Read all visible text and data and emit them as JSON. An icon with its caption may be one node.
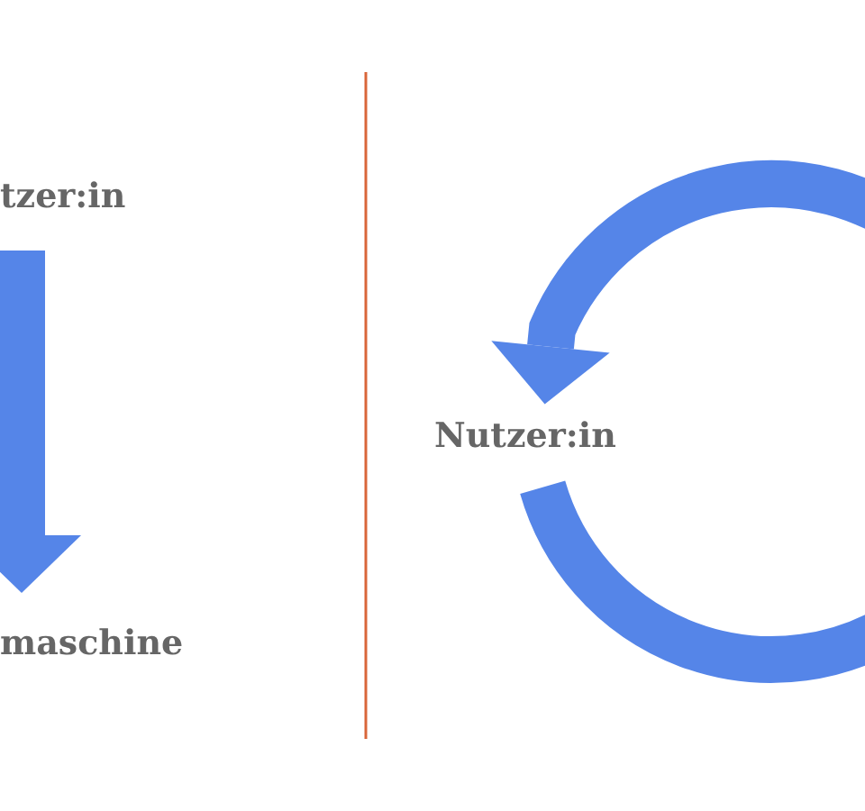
{
  "diagram": {
    "nodes": [
      {
        "text": [
          "tzer:in"
        ]
      },
      {
        "text": [
          "maschine"
        ]
      },
      {
        "text": [
          "Nutzer:in"
        ]
      }
    ],
    "edges": [
      {
        "from": 0,
        "to": 1,
        "arrow": "to"
      },
      {
        "from": null,
        "to": 2,
        "arrow": "to"
      }
    ]
  }
}
